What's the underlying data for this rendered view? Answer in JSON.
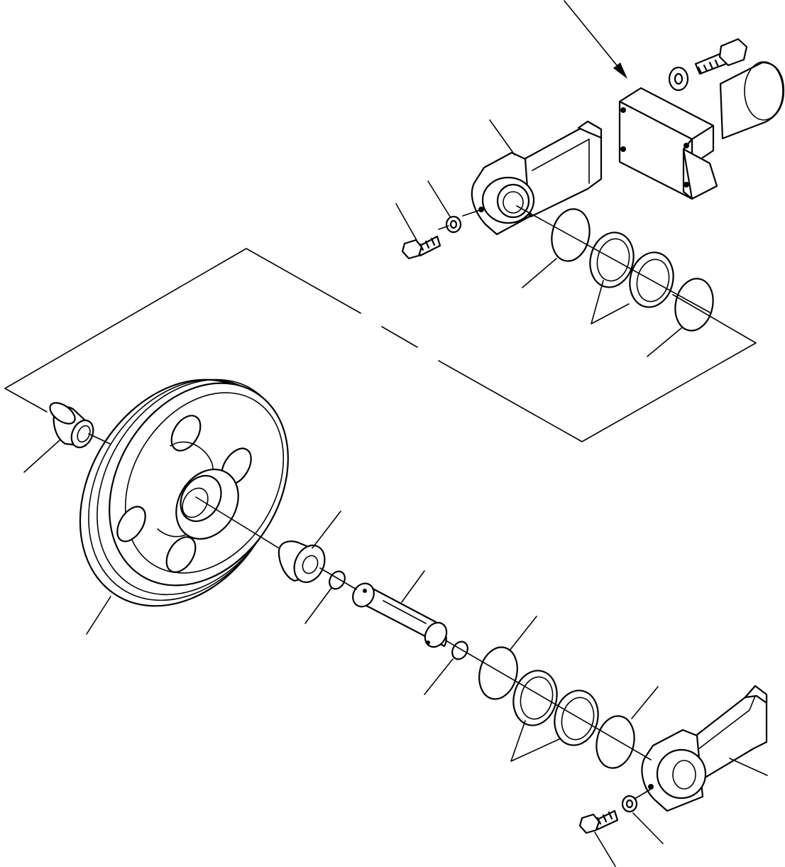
{
  "figure": {
    "kind": "exploded-parts-diagram",
    "line_color": "#000000",
    "background": "#ffffff"
  },
  "parts": [
    {
      "name": "idler-wheel"
    },
    {
      "name": "bushing-left"
    },
    {
      "name": "bushing-right"
    },
    {
      "name": "o-ring-small-left"
    },
    {
      "name": "idler-shaft"
    },
    {
      "name": "o-ring-small-right"
    },
    {
      "name": "o-ring-upper-a"
    },
    {
      "name": "floating-seal-upper"
    },
    {
      "name": "o-ring-upper-b"
    },
    {
      "name": "upper-support-bracket"
    },
    {
      "name": "upper-bolt"
    },
    {
      "name": "upper-washer"
    },
    {
      "name": "o-ring-lower-a"
    },
    {
      "name": "floating-seal-lower"
    },
    {
      "name": "o-ring-lower-b"
    },
    {
      "name": "lower-support-bracket"
    },
    {
      "name": "lower-bolt"
    },
    {
      "name": "lower-washer"
    },
    {
      "name": "recoil-yoke-block"
    },
    {
      "name": "yoke-bolt"
    },
    {
      "name": "yoke-washer"
    }
  ]
}
